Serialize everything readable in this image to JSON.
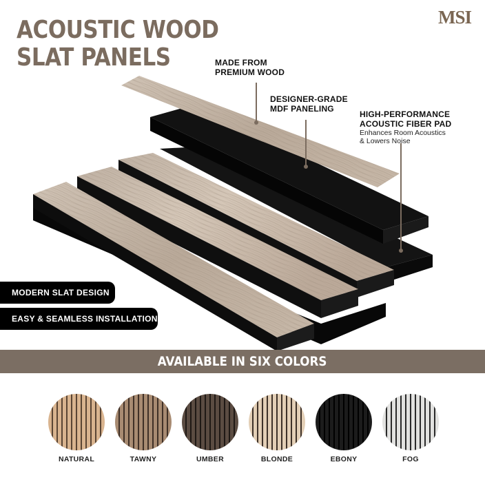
{
  "brand": {
    "logo_text": "MSI",
    "accent": "#7b6c5f"
  },
  "title": {
    "line1": "ACOUSTIC WOOD",
    "line2": "SLAT PANELS"
  },
  "callouts": [
    {
      "line1": "MADE FROM",
      "line2": "PREMIUM WOOD"
    },
    {
      "line1": "DESIGNER-GRADE",
      "line2": "MDF PANELING"
    },
    {
      "line1": "HIGH-PERFORMANCE",
      "line2": "ACOUSTIC FIBER PAD",
      "sub1": "Enhances Room Acoustics",
      "sub2": "& Lowers Noise"
    }
  ],
  "features": [
    "MODERN SLAT DESIGN",
    "EASY & SEAMLESS INSTALLATION"
  ],
  "colors_banner": "AVAILABLE IN SIX COLORS",
  "colors": [
    {
      "name": "NATURAL",
      "wood": "#d9b48f",
      "gap": "#5a4534"
    },
    {
      "name": "TAWNY",
      "wood": "#a88b72",
      "gap": "#3f3027"
    },
    {
      "name": "UMBER",
      "wood": "#5b4c42",
      "gap": "#1f1915"
    },
    {
      "name": "BLONDE",
      "wood": "#e3cfb6",
      "gap": "#3d3128"
    },
    {
      "name": "EBONY",
      "wood": "#1c1c1c",
      "gap": "#000000"
    },
    {
      "name": "FOG",
      "wood": "#e2e2e0",
      "gap": "#2a2a2a"
    }
  ]
}
